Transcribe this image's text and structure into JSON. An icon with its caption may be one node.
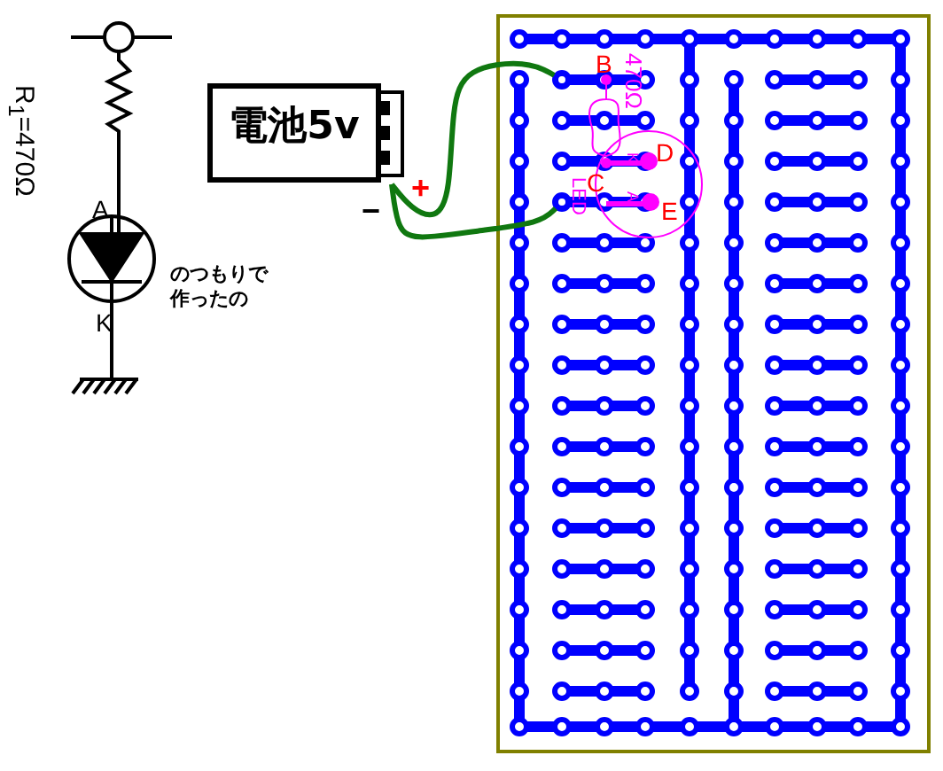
{
  "diagram": {
    "nodes": [
      {
        "text": [
          "電池5v"
        ]
      },
      {
        "text": [],
        "shape": "circle"
      },
      {
        "text": [],
        "shape": "circle"
      }
    ],
    "edges": [
      {
        "from": 0,
        "to": 1,
        "arrow": "none"
      },
      {
        "from": 0,
        "to": 2,
        "arrow": "none"
      }
    ],
    "labels": [
      "R$_{1}$=470Ω",
      "A",
      "K",
      "のつもりで作ったの",
      "+",
      "−",
      "B",
      "470Ω",
      "K",
      "D",
      "LED",
      "C",
      "A",
      "E"
    ]
  }
}
